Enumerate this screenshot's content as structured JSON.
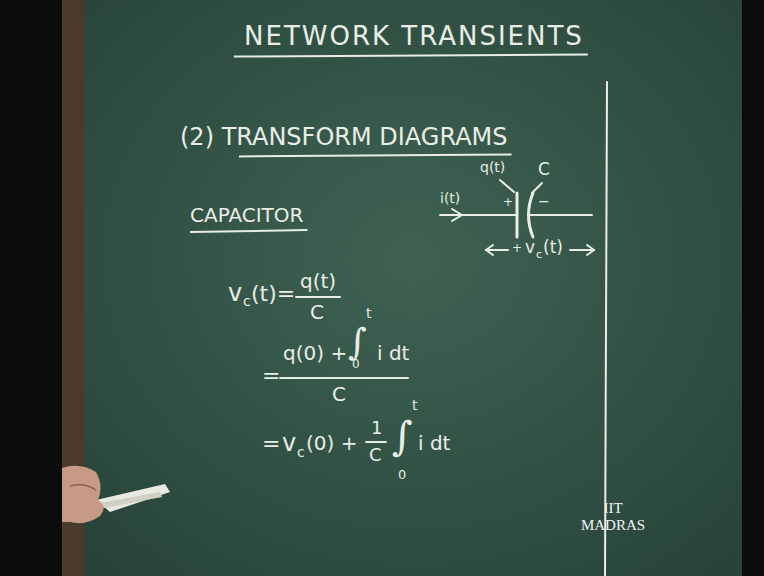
{
  "diagram": {
    "title": "NETWORK TRANSIENTS",
    "labels": [
      "(2) TRANSFORM DIAGRAMS",
      "CAPACITOR",
      "q(t)",
      "C",
      "i(t)",
      "+",
      "−",
      "+",
      "v",
      "c",
      "(t)",
      "v",
      "c",
      "(t)=",
      "q(t)",
      "C",
      "=",
      "q(0) +",
      "∫",
      "t",
      "0",
      "i dt",
      "C",
      "=",
      "v",
      "c",
      "(0) +",
      "1",
      "C",
      "∫",
      "t",
      "0",
      "i dt",
      "IIT MADRAS"
    ]
  }
}
